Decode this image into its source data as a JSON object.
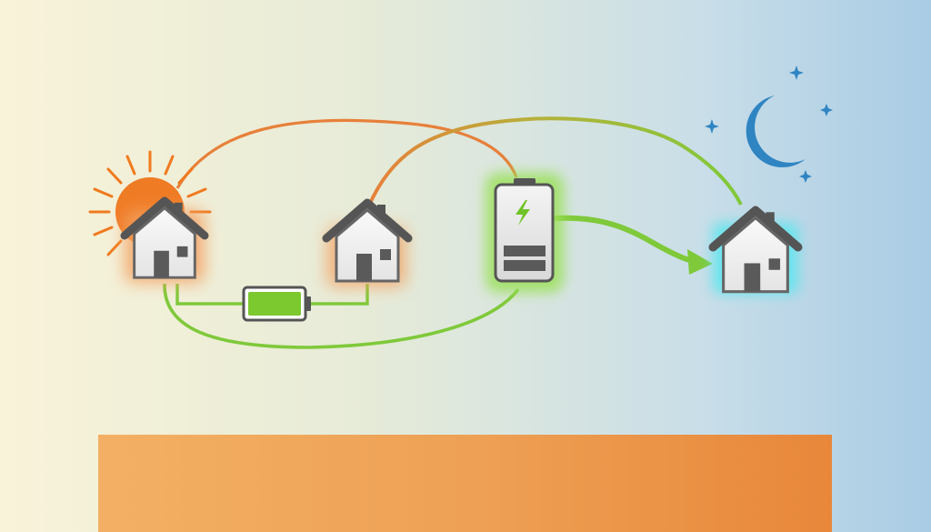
{
  "diagram": {
    "nodes": [
      {
        "id": "solar-home",
        "type": "house",
        "glow": "orange"
      },
      {
        "id": "neighbor-home",
        "type": "house",
        "glow": "orange"
      },
      {
        "id": "storage-battery",
        "type": "battery-vertical",
        "glow": "green"
      },
      {
        "id": "night-home",
        "type": "house",
        "glow": "cyan"
      },
      {
        "id": "small-battery",
        "type": "battery-horizontal",
        "level": 0.9
      }
    ],
    "decorations": [
      "sun-icon",
      "moon-icon",
      "star-icon"
    ]
  },
  "colors": {
    "orange_flow": "#e7803a",
    "green_flow": "#7fc93a",
    "house_fill": "#f2f2f2",
    "house_stroke": "#555555",
    "sun": "#f07a1f",
    "moon": "#2f85c2",
    "banner": "#ee9e52"
  }
}
